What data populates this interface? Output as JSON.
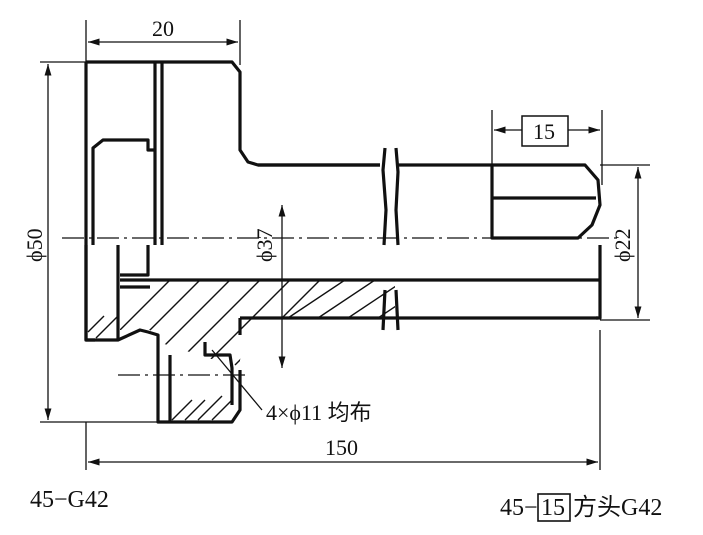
{
  "dimensions": {
    "width_top": "20",
    "diameter_outer": "ϕ50",
    "diameter_bore": "ϕ37",
    "slot_width": "15",
    "diameter_shaft": "ϕ22",
    "overall_length": "150",
    "holes_note": "4×ϕ11 均布"
  },
  "labels": {
    "left": "45−G42",
    "right_prefix": "45−",
    "right_boxed": "15",
    "right_suffix": "方头G42"
  },
  "colors": {
    "line": "#111111",
    "background": "#ffffff"
  }
}
